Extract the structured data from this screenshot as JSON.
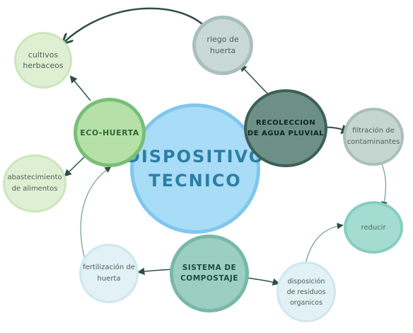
{
  "diagram": {
    "central": {
      "label": "DISPOSITIVO\nTECNICO",
      "fill": "#a9dcf6",
      "stroke": "#7fc7ee",
      "text_color": "#2c7ea6"
    },
    "hubs": {
      "eco_huerta": {
        "label": "ECO-HUERTA",
        "fill": "#b5e0a8"
      },
      "recoleccion": {
        "label": "RECOLECCION\nDE AGUA PLUVIAL",
        "fill": "#6c8f86"
      },
      "compostaje": {
        "label": "SISTEMA DE\nCOMPOSTAJE",
        "fill": "#9bcfc1"
      }
    },
    "leaves": {
      "cultivos": {
        "label": "cultivos\nherbaceos"
      },
      "riego": {
        "label": "riego de\nhuerta"
      },
      "abastecimiento": {
        "label": "abastecimiento\nde alimentos"
      },
      "filtracion": {
        "label": "filtración de\ncontaminantes"
      },
      "reducir": {
        "label": "reducir"
      },
      "fertilizacion": {
        "label": "fertilización de\nhuerta"
      },
      "disposicion": {
        "label": "disposición\nde residuos\norganicos"
      }
    },
    "connector_color": "#2e4f46",
    "connections": [
      {
        "from": "riego",
        "to": "cultivos"
      },
      {
        "from": "eco_huerta",
        "to": "cultivos"
      },
      {
        "from": "eco_huerta",
        "to": "abastecimiento"
      },
      {
        "from": "recoleccion",
        "to": "riego"
      },
      {
        "from": "recoleccion",
        "to": "filtracion"
      },
      {
        "from": "filtracion",
        "to": "reducir"
      },
      {
        "from": "disposicion",
        "to": "reducir"
      },
      {
        "from": "compostaje",
        "to": "fertilizacion"
      },
      {
        "from": "compostaje",
        "to": "disposicion"
      },
      {
        "from": "fertilizacion",
        "to": "eco_huerta"
      }
    ]
  }
}
